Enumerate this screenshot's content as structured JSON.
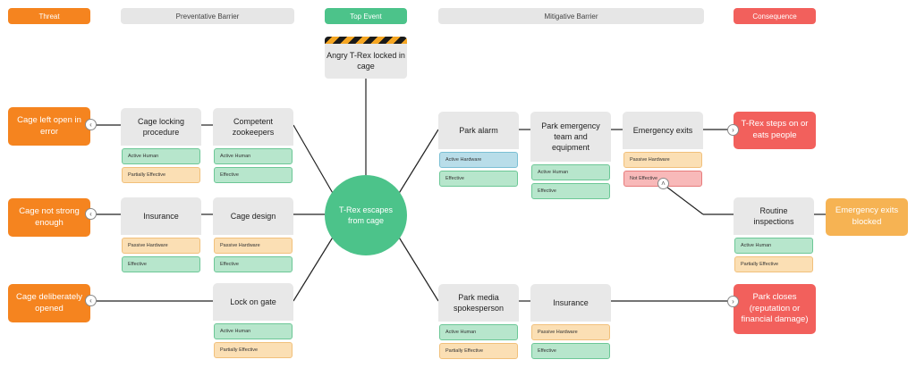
{
  "headers": {
    "threat": "Threat",
    "preventative": "Preventative Barrier",
    "top_event": "Top Event",
    "mitigative": "Mitigative Barrier",
    "consequence": "Consequence"
  },
  "top_event": "Angry T-Rex locked in cage",
  "central_event": "T-Rex escapes from cage",
  "threats": [
    "Cage left open in error",
    "Cage not strong enough",
    "Cage deliberately opened"
  ],
  "preventative_barriers": [
    {
      "title": "Cage locking procedure",
      "type": "Active Human",
      "effectiveness": "Partially Effective"
    },
    {
      "title": "Competent zookeepers",
      "type": "Active Human",
      "effectiveness": "Effective"
    },
    {
      "title": "Insurance",
      "type": "Passive Hardware",
      "effectiveness": "Effective"
    },
    {
      "title": "Cage design",
      "type": "Passive Hardware",
      "effectiveness": "Effective"
    },
    {
      "title": "Lock on gate",
      "type": "Active Human",
      "effectiveness": "Partially Effective"
    }
  ],
  "mitigative_barriers": [
    {
      "title": "Park alarm",
      "type": "Active Hardware",
      "effectiveness": "Effective"
    },
    {
      "title": "Park emergency team and equipment",
      "type": "Active Human",
      "effectiveness": "Effective"
    },
    {
      "title": "Emergency exits",
      "type": "Passive Hardware",
      "effectiveness": "Not Effective"
    },
    {
      "title": "Routine inspections",
      "type": "Active Human",
      "effectiveness": "Partially Effective"
    },
    {
      "title": "Park media spokesperson",
      "type": "Active Human",
      "effectiveness": "Partially Effective"
    },
    {
      "title": "Insurance",
      "type": "Passive Hardware",
      "effectiveness": "Effective"
    }
  ],
  "consequences": [
    "T-Rex steps on or eats people",
    "Emergency exits blocked",
    "Park closes (reputation or financial damage)"
  ],
  "colors": {
    "threat": "#f5841f",
    "top_event": "#4cc38a",
    "consequence": "#f2605c",
    "escalation_consequence": "#f6b353",
    "effective": "#b7e6cc",
    "partially_effective": "#fbdfb4",
    "not_effective": "#f8b9b9",
    "active_hardware": "#b8dde9"
  }
}
